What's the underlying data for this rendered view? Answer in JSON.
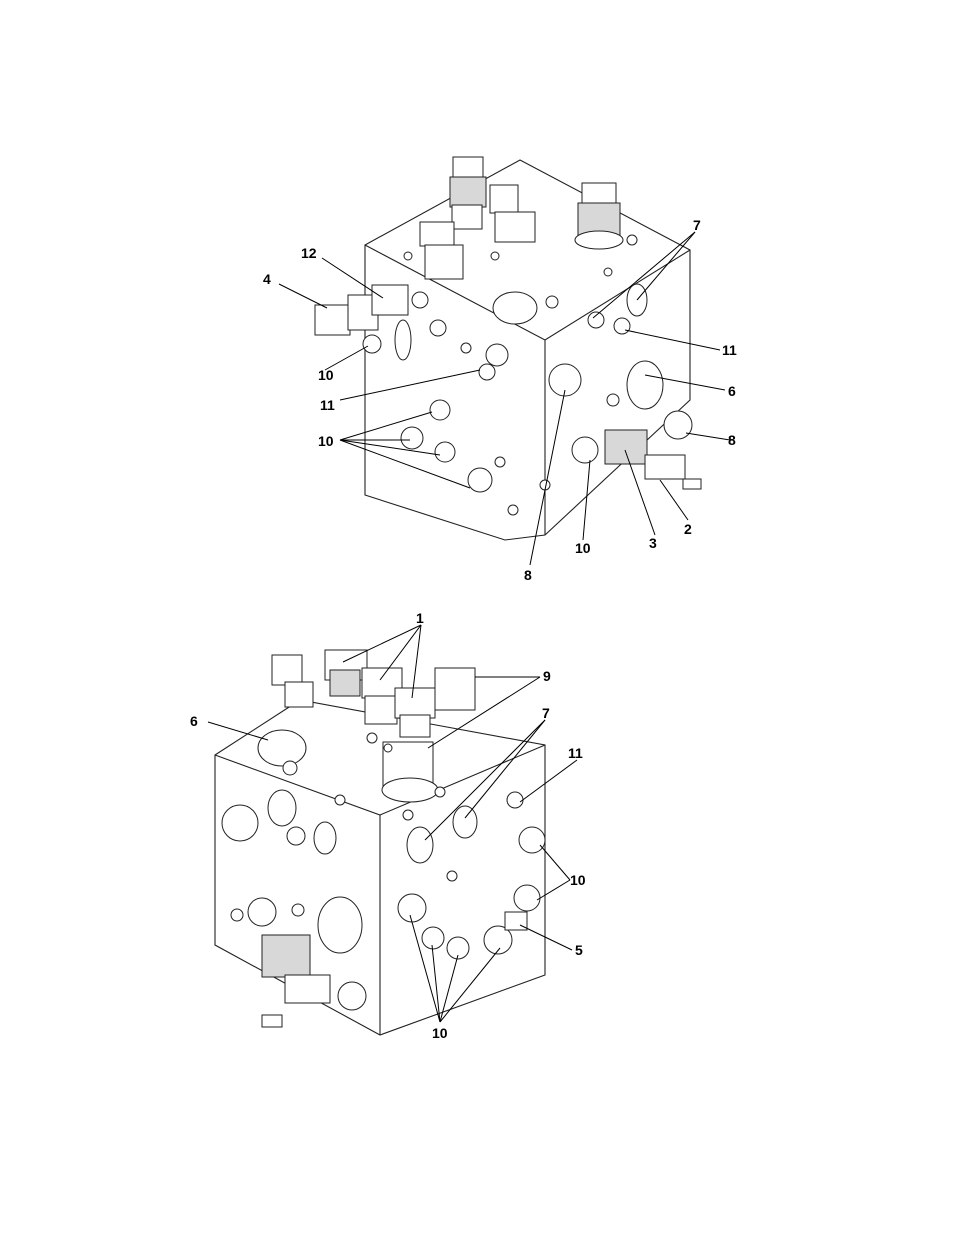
{
  "callouts": {
    "top": {
      "c12": "12",
      "c4": "4",
      "c7": "7",
      "c11a": "11",
      "c6": "6",
      "c10a": "10",
      "c11b": "11",
      "c10b": "10",
      "c8a": "8",
      "c2": "2",
      "c3": "3",
      "c10c": "10",
      "c8b": "8"
    },
    "bottom": {
      "c1": "1",
      "c9": "9",
      "c6": "6",
      "c7": "7",
      "c11": "11",
      "c10a": "10",
      "c5": "5",
      "c10b": "10"
    }
  }
}
